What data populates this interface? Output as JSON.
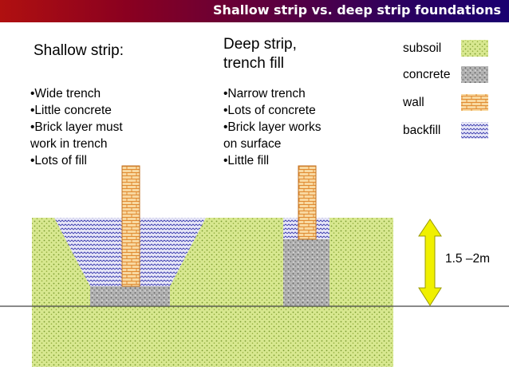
{
  "header": {
    "title": "Shallow strip vs. deep strip foundations"
  },
  "shallow": {
    "heading": "Shallow strip:",
    "bullets": [
      "•Wide trench",
      "•Little concrete",
      "•Brick layer must",
      "work in trench",
      "•Lots of fill"
    ]
  },
  "deep": {
    "heading_line1": "Deep strip,",
    "heading_line2": "trench fill",
    "bullets": [
      "•Narrow trench",
      "•Lots of concrete",
      "•Brick layer works",
      "on surface",
      "•Little fill"
    ]
  },
  "legend": [
    {
      "label": "subsoil",
      "color": "#c8dc78"
    },
    {
      "label": "concrete",
      "color": "#9a9a9a"
    },
    {
      "label": "wall",
      "color": "#f0a050"
    },
    {
      "label": "backfill",
      "color": "#5050c8"
    }
  ],
  "dimension": {
    "label": "1.5 –2m",
    "color": "#f0f000"
  }
}
